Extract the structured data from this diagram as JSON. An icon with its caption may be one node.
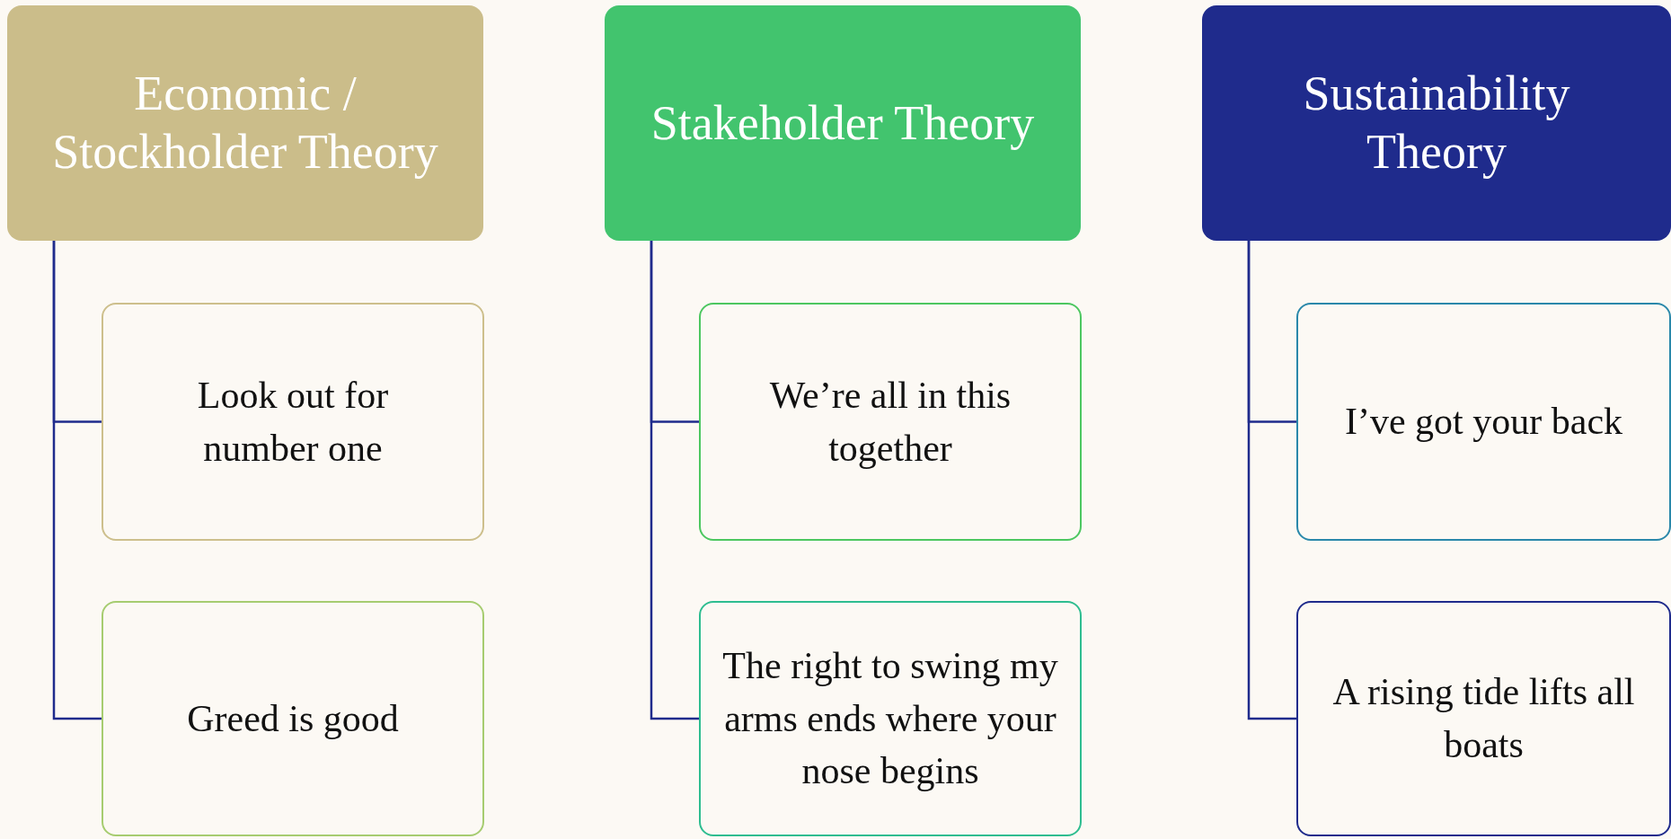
{
  "diagram": {
    "nodes": [
      {
        "text": [
          "Economic / Stockholder Theory"
        ]
      },
      {
        "text": [
          "Look out for number one"
        ]
      },
      {
        "text": [
          "Greed is good"
        ]
      },
      {
        "text": [
          "Stakeholder Theory"
        ]
      },
      {
        "text": [
          "We’re all in this together"
        ]
      },
      {
        "text": [
          "The right to swing my arms ends where your nose begins"
        ]
      },
      {
        "text": [
          "Sustainability Theory"
        ]
      },
      {
        "text": [
          "I’ve got your back"
        ]
      },
      {
        "text": [
          "A rising tide lifts all boats"
        ]
      }
    ],
    "edges": [
      {
        "from": 0,
        "to": 1,
        "arrow": "none"
      },
      {
        "from": 0,
        "to": 2,
        "arrow": "none"
      },
      {
        "from": 3,
        "to": 4,
        "arrow": "none"
      },
      {
        "from": 3,
        "to": 5,
        "arrow": "none"
      },
      {
        "from": 6,
        "to": 7,
        "arrow": "none"
      },
      {
        "from": 6,
        "to": 8,
        "arrow": "none"
      }
    ]
  }
}
